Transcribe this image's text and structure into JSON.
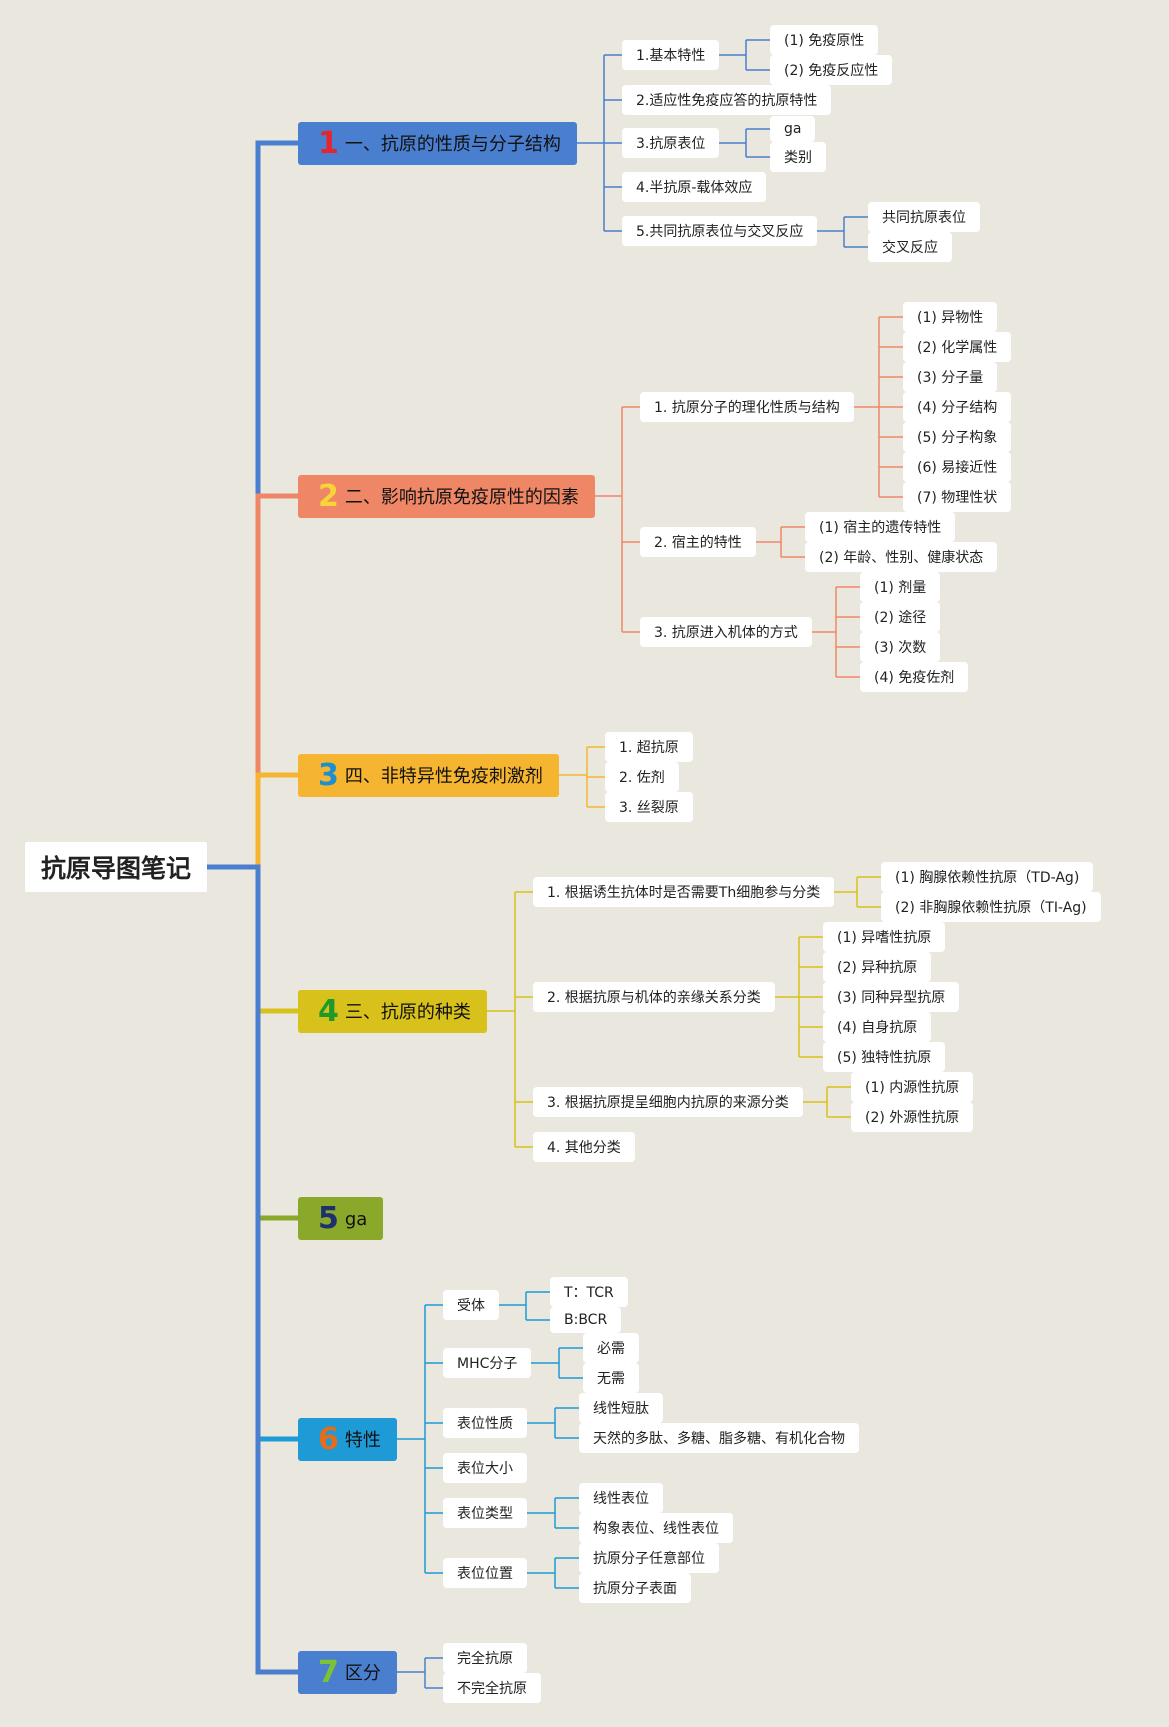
{
  "title": "抗原导图笔记",
  "colors": {
    "background": "#e9e7de",
    "b1": "#4a7fcf",
    "b2": "#ef8766",
    "b3": "#f5b530",
    "b4": "#d7c11a",
    "b5": "#8aa82a",
    "b6": "#1e9ad6",
    "b7": "#4a7fcf"
  },
  "branches": [
    {
      "num": "1",
      "label": "一、抗原的性质与分子结构",
      "children": [
        {
          "label": "1.基本特性",
          "children": [
            {
              "label": "(1)  免疫原性"
            },
            {
              "label": "(2)  免疫反应性"
            }
          ]
        },
        {
          "label": "2.适应性免疫应答的抗原特性"
        },
        {
          "label": "3.抗原表位",
          "children": [
            {
              "label": "ga"
            },
            {
              "label": "类别"
            }
          ]
        },
        {
          "label": "4.半抗原-载体效应"
        },
        {
          "label": "5.共同抗原表位与交叉反应",
          "children": [
            {
              "label": "共同抗原表位"
            },
            {
              "label": "交叉反应"
            }
          ]
        }
      ]
    },
    {
      "num": "2",
      "label": "二、影响抗原免疫原性的因素",
      "children": [
        {
          "label": "1. 抗原分子的理化性质与结构",
          "children": [
            {
              "label": "(1)  异物性"
            },
            {
              "label": "(2)  化学属性"
            },
            {
              "label": "(3)  分子量"
            },
            {
              "label": "(4)  分子结构"
            },
            {
              "label": "(5)  分子构象"
            },
            {
              "label": "(6)  易接近性"
            },
            {
              "label": "(7)  物理性状"
            }
          ]
        },
        {
          "label": "2. 宿主的特性",
          "children": [
            {
              "label": "(1)  宿主的遗传特性"
            },
            {
              "label": "(2)  年龄、性别、健康状态"
            }
          ]
        },
        {
          "label": "3. 抗原进入机体的方式",
          "children": [
            {
              "label": "(1)  剂量"
            },
            {
              "label": "(2)  途径"
            },
            {
              "label": "(3)  次数"
            },
            {
              "label": "(4)  免疫佐剂"
            }
          ]
        }
      ]
    },
    {
      "num": "3",
      "label": "四、非特异性免疫刺激剂",
      "children": [
        {
          "label": "1. 超抗原"
        },
        {
          "label": "2. 佐剂"
        },
        {
          "label": "3. 丝裂原"
        }
      ]
    },
    {
      "num": "4",
      "label": "三、抗原的种类",
      "children": [
        {
          "label": "1. 根据诱生抗体时是否需要Th细胞参与分类",
          "children": [
            {
              "label": "(1)  胸腺依赖性抗原（TD-Ag)"
            },
            {
              "label": "(2)  非胸腺依赖性抗原（TI-Ag)"
            }
          ]
        },
        {
          "label": "2. 根据抗原与机体的亲缘关系分类",
          "children": [
            {
              "label": "(1)  异嗜性抗原"
            },
            {
              "label": "(2)  异种抗原"
            },
            {
              "label": "(3)  同种异型抗原"
            },
            {
              "label": "(4)  自身抗原"
            },
            {
              "label": "(5)  独特性抗原"
            }
          ]
        },
        {
          "label": "3. 根据抗原提呈细胞内抗原的来源分类",
          "children": [
            {
              "label": "(1)  内源性抗原"
            },
            {
              "label": "(2)  外源性抗原"
            }
          ]
        },
        {
          "label": "4. 其他分类"
        }
      ]
    },
    {
      "num": "5",
      "label": "ga",
      "children": []
    },
    {
      "num": "6",
      "label": "特性",
      "children": [
        {
          "label": "受体",
          "children": [
            {
              "label": "T：TCR"
            },
            {
              "label": "B:BCR"
            }
          ]
        },
        {
          "label": "MHC分子",
          "children": [
            {
              "label": "必需"
            },
            {
              "label": "无需"
            }
          ]
        },
        {
          "label": "表位性质",
          "children": [
            {
              "label": "线性短肽"
            },
            {
              "label": "天然的多肽、多糖、脂多糖、有机化合物"
            }
          ]
        },
        {
          "label": "表位大小"
        },
        {
          "label": "表位类型",
          "children": [
            {
              "label": "线性表位"
            },
            {
              "label": "构象表位、线性表位"
            }
          ]
        },
        {
          "label": "表位位置",
          "children": [
            {
              "label": "抗原分子任意部位"
            },
            {
              "label": "抗原分子表面"
            }
          ]
        }
      ]
    },
    {
      "num": "7",
      "label": "区分",
      "children": [
        {
          "label": "完全抗原"
        },
        {
          "label": "不完全抗原"
        }
      ]
    }
  ]
}
